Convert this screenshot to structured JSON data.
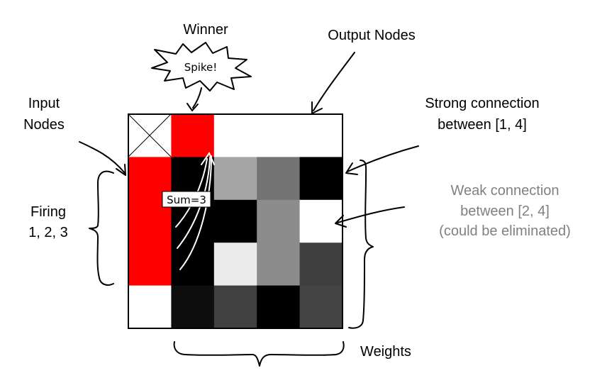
{
  "labels": {
    "winner": "Winner",
    "spike": "Spike!",
    "output_nodes": "Output Nodes",
    "input_nodes_line1": "Input",
    "input_nodes_line2": "Nodes",
    "strong_line1": "Strong connection",
    "strong_line2": "between [1, 4]",
    "weak_line1": "Weak connection",
    "weak_line2": "between [2, 4]",
    "weak_line3": "(could be eliminated)",
    "firing_line1": "Firing",
    "firing_line2": "1, 2, 3",
    "sum": "Sum=3",
    "weights": "Weights"
  },
  "colors": {
    "active": "#ff0000",
    "grid_border": "#000000",
    "gray_label": "#808080"
  },
  "grid": {
    "size": 5,
    "corner_cell": "crossed-out",
    "output_row": [
      "#ff0000",
      "#ffffff",
      "#ffffff",
      "#ffffff"
    ],
    "input_column": [
      "#ff0000",
      "#ff0000",
      "#ff0000",
      "#ffffff"
    ],
    "weights": [
      [
        "#000000",
        "#a6a6a6",
        "#737373",
        "#000000"
      ],
      [
        "#000000",
        "#000000",
        "#8c8c8c",
        "#ffffff"
      ],
      [
        "#000000",
        "#ececec",
        "#8c8c8c",
        "#3f3f3f"
      ],
      [
        "#0d0d0d",
        "#404040",
        "#000000",
        "#444444"
      ]
    ]
  }
}
